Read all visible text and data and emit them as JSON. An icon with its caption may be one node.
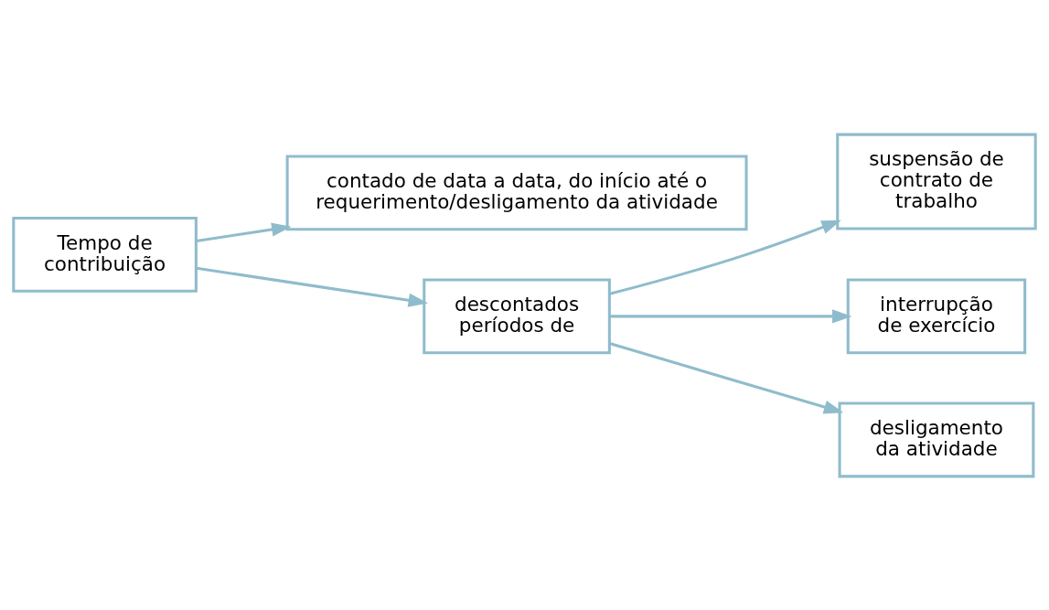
{
  "diagram": {
    "nodes": [
      {
        "text": [
          "Tempo de contribuição"
        ]
      },
      {
        "text": [
          "contado de data a data, do início até o requerimento/desligamento da atividade"
        ]
      },
      {
        "text": [
          "descontados períodos de"
        ]
      },
      {
        "text": [
          "suspensão de contrato de trabalho"
        ]
      },
      {
        "text": [
          "interrupção de exercício"
        ]
      },
      {
        "text": [
          "desligamento da atividade"
        ]
      }
    ],
    "edges": [
      {
        "from": 0,
        "to": 1,
        "arrow": "to"
      },
      {
        "from": 0,
        "to": 2,
        "arrow": "to"
      },
      {
        "from": 2,
        "to": 3,
        "arrow": "to"
      },
      {
        "from": 2,
        "to": 4,
        "arrow": "to"
      },
      {
        "from": 2,
        "to": 5,
        "arrow": "to"
      }
    ]
  }
}
